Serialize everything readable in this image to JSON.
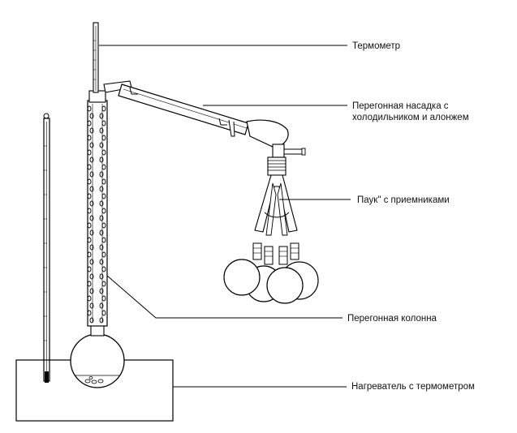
{
  "labels": {
    "thermometer": "Термометр",
    "distillation_head_line1": "Перегонная насадка с",
    "distillation_head_line2": "холодильником и алонжем",
    "spider": "Паук\" с приемниками",
    "column": "Перегонная колонна",
    "heater": "Нагреватель с термометром"
  },
  "colors": {
    "stroke": "#000000",
    "background": "#ffffff"
  }
}
